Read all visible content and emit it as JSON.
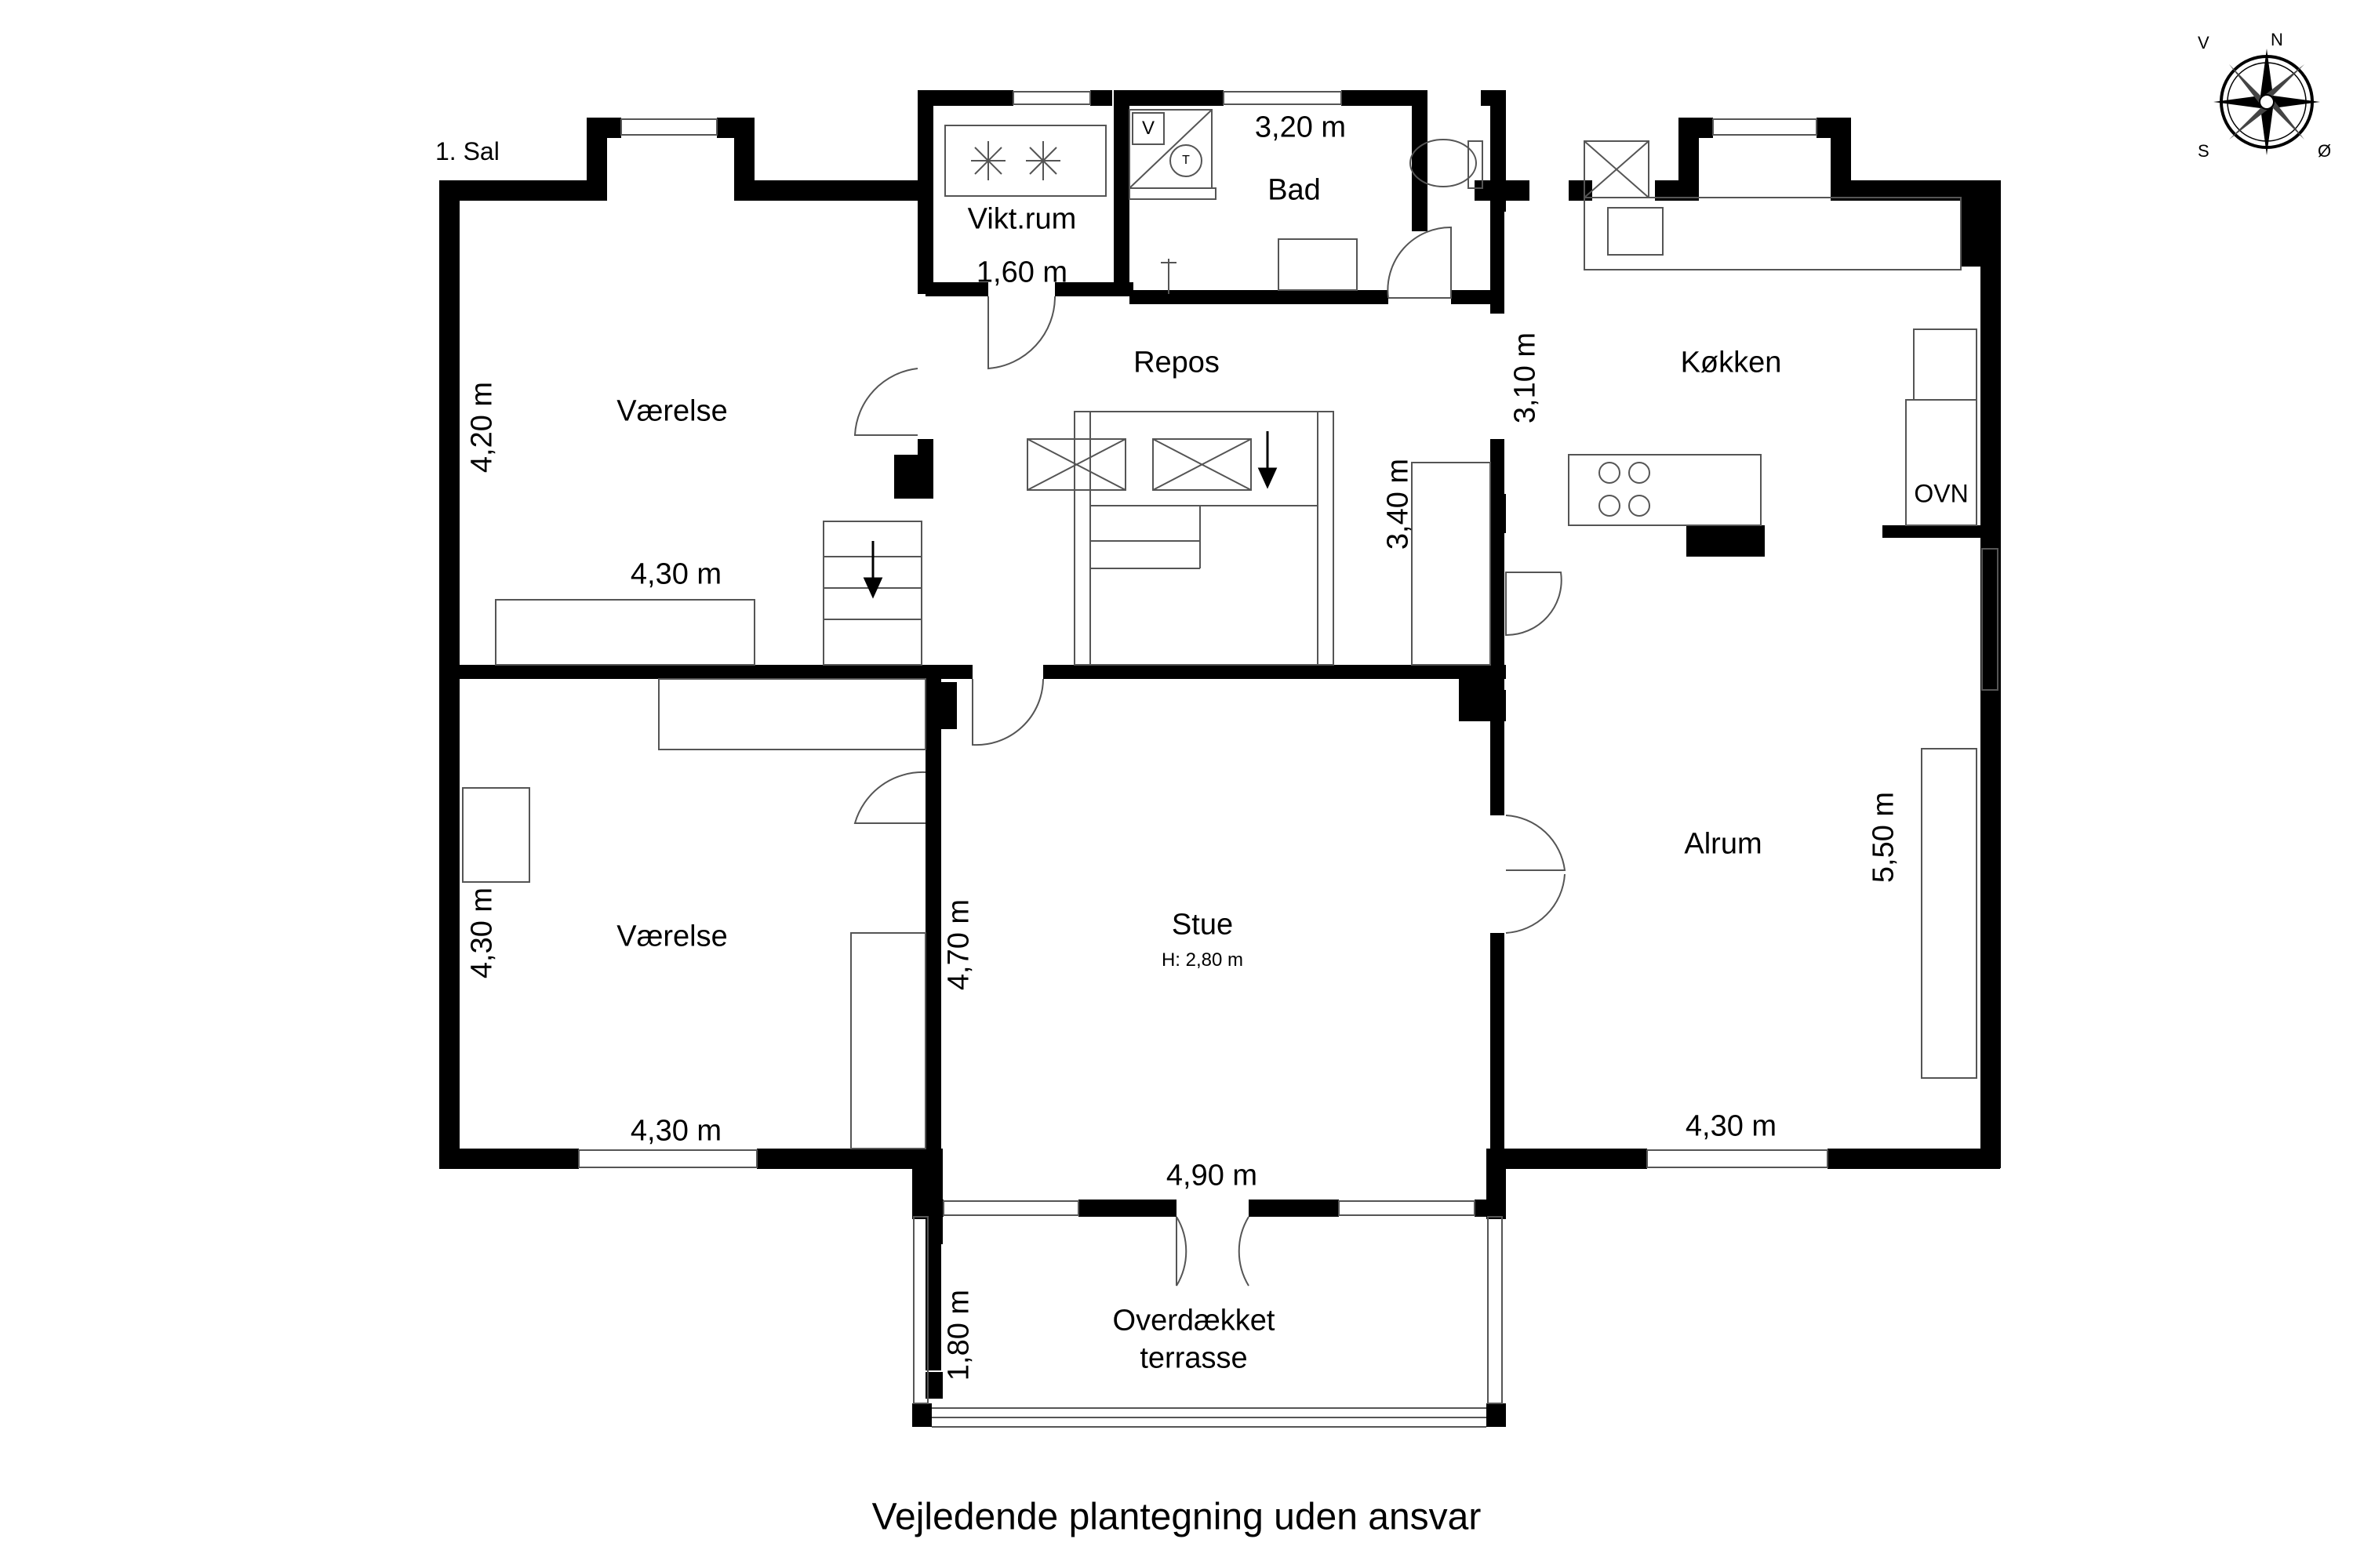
{
  "floor_label": "1. Sal",
  "rooms": {
    "vaerelse_top": "Værelse",
    "vaerelse_bottom": "Værelse",
    "vikt_rum": "Vikt.rum",
    "bad": "Bad",
    "repos": "Repos",
    "kokken": "Køkken",
    "alrum": "Alrum",
    "stue": "Stue",
    "stue_height": "H: 2,80 m",
    "terrasse_line1": "Overdækket",
    "terrasse_line2": "terrasse",
    "ovn": "OVN"
  },
  "dimensions": {
    "vaerelse_top_h": "4,20 m",
    "vaerelse_top_w": "4,30 m",
    "vaerelse_bottom_h": "4,30 m",
    "vaerelse_bottom_w": "4,30 m",
    "vikt_rum_w": "1,60 m",
    "bad_w": "3,20 m",
    "kokken_h": "3,10 m",
    "repos_h": "3,40 m",
    "alrum_h": "5,50 m",
    "alrum_w": "4,30 m",
    "stue_h": "4,70 m",
    "stue_w": "4,90 m",
    "terrasse_h": "1,80 m"
  },
  "fixtures": {
    "washer": "V",
    "dryer": "T"
  },
  "compass": {
    "n": "N",
    "s": "S",
    "e": "Ø",
    "w": "V"
  },
  "footer": "Vejledende plantegning uden ansvar",
  "colors": {
    "wall": "#000000",
    "line": "#555555",
    "background": "#ffffff"
  }
}
